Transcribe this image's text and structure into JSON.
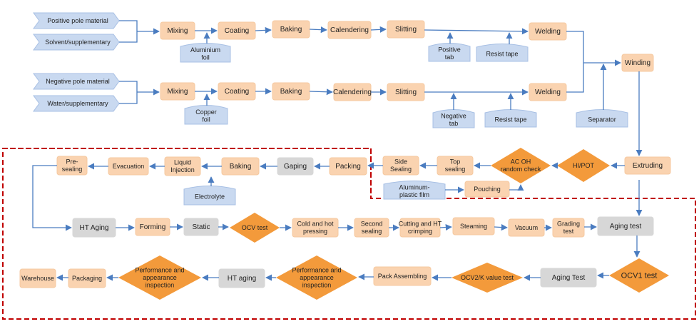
{
  "colors": {
    "peach_fill": "#fad3b0",
    "peach_stroke": "#f5c9a0",
    "blue_fill": "#c9d9f0",
    "blue_stroke": "#a8c0e4",
    "gray_fill": "#d7d7d7",
    "orange_fill": "#f39a3b",
    "arrow": "#4a7cc0",
    "dash_border": "#c00000",
    "text": "#222222"
  },
  "inputs": {
    "positive_material": "Positive pole material",
    "solvent": "Solvent/supplementary",
    "negative_material": "Negative pole material",
    "water": "Water/supplementary",
    "aluminium_foil": [
      "Aluminium",
      "foil"
    ],
    "copper_foil": [
      "Copper",
      "foil"
    ],
    "positive_tab": [
      "Positive",
      "tab"
    ],
    "resist_tape_1": "Resist tape",
    "negative_tab": [
      "Negative",
      "tab"
    ],
    "resist_tape_2": "Resist tape",
    "separator": "Separator",
    "electrolyte": "Electrolyte",
    "aluminum_plastic_film": [
      "Aluminum-",
      "plastic film"
    ]
  },
  "steps": {
    "pos_mixing": "Mixing",
    "pos_coating": "Coating",
    "pos_baking": "Baking",
    "pos_calendering": "Calendering",
    "pos_slitting": "Slitting",
    "pos_welding": "Welding",
    "neg_mixing": "Mixing",
    "neg_coating": "Coating",
    "neg_baking": "Baking",
    "neg_calendering": "Calendering",
    "neg_slitting": "Slitting",
    "neg_welding": "Welding",
    "winding": "Winding",
    "extruding": "Extruding",
    "hipot": "HI/POT",
    "ac_oh": [
      "AC OH",
      "random check"
    ],
    "top_sealing": [
      "Top",
      "sealing"
    ],
    "side_sealing": [
      "Side",
      "Sealing"
    ],
    "pouching": "Pouching",
    "packing": "Packing",
    "gaping": "Gaping",
    "baking2": "Baking",
    "liquid_injection": [
      "Liquid",
      "Injection"
    ],
    "evacuation": "Evacuation",
    "pre_sealing": [
      "Pre-",
      "sealing"
    ],
    "ht_aging": "HT Aging",
    "forming": "Forming",
    "static": "Static",
    "ocv_test": "OCV test",
    "cold_hot_pressing": [
      "Cold and hot",
      "pressing"
    ],
    "second_sealing": [
      "Second",
      "sealing"
    ],
    "cutting_crimping": [
      "Cutting and HT",
      "crimping"
    ],
    "steaming": "Steaming",
    "vacuum": "Vacuum",
    "grading_test": [
      "Grading",
      "test"
    ],
    "aging_test": "Aging test",
    "ocv1_test": "OCV1 test",
    "aging_test2": "Aging Test",
    "ocv2k": "OCV2/K value test",
    "pack_assembling": "Pack Assembling",
    "perf_insp_1": [
      "Performance and",
      "appearance",
      "inspection"
    ],
    "ht_aging2": "HT aging",
    "perf_insp_2": [
      "Performance and",
      "appearance",
      "inspection"
    ],
    "packaging": "Packaging",
    "warehouse": "Warehouse"
  }
}
